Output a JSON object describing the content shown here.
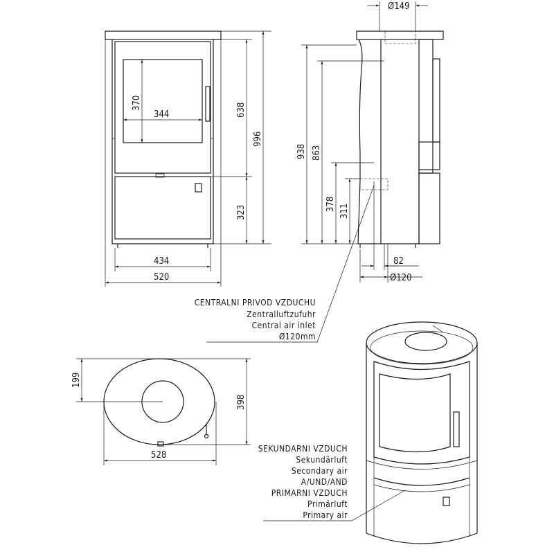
{
  "front_view": {
    "window_height": "370",
    "window_width": "344",
    "door_height": "638",
    "total_height": "996",
    "lower_height": "323",
    "base_width": "434",
    "total_width": "520"
  },
  "side_view": {
    "flue_diameter": "Ø149",
    "flue_height": "938",
    "top_height": "863",
    "inlet_top": "378",
    "inlet_center": "311",
    "inlet_offset": "82",
    "inlet_diameter": "Ø120"
  },
  "top_view": {
    "depth_center": "199",
    "depth": "398",
    "width": "528"
  },
  "central_air_label": [
    "CENTRALNI PRIVOD VZDUCHU",
    "Zentralluftzufuhr",
    "Central air inlet",
    "Ø120mm"
  ],
  "air_label": [
    "SEKUNDARNI VZDUCH",
    "Sekundärluft",
    "Secondary air",
    "A/UND/AND",
    "PRIMARNI VZDUCH",
    "Primärluft",
    "Primary air"
  ]
}
